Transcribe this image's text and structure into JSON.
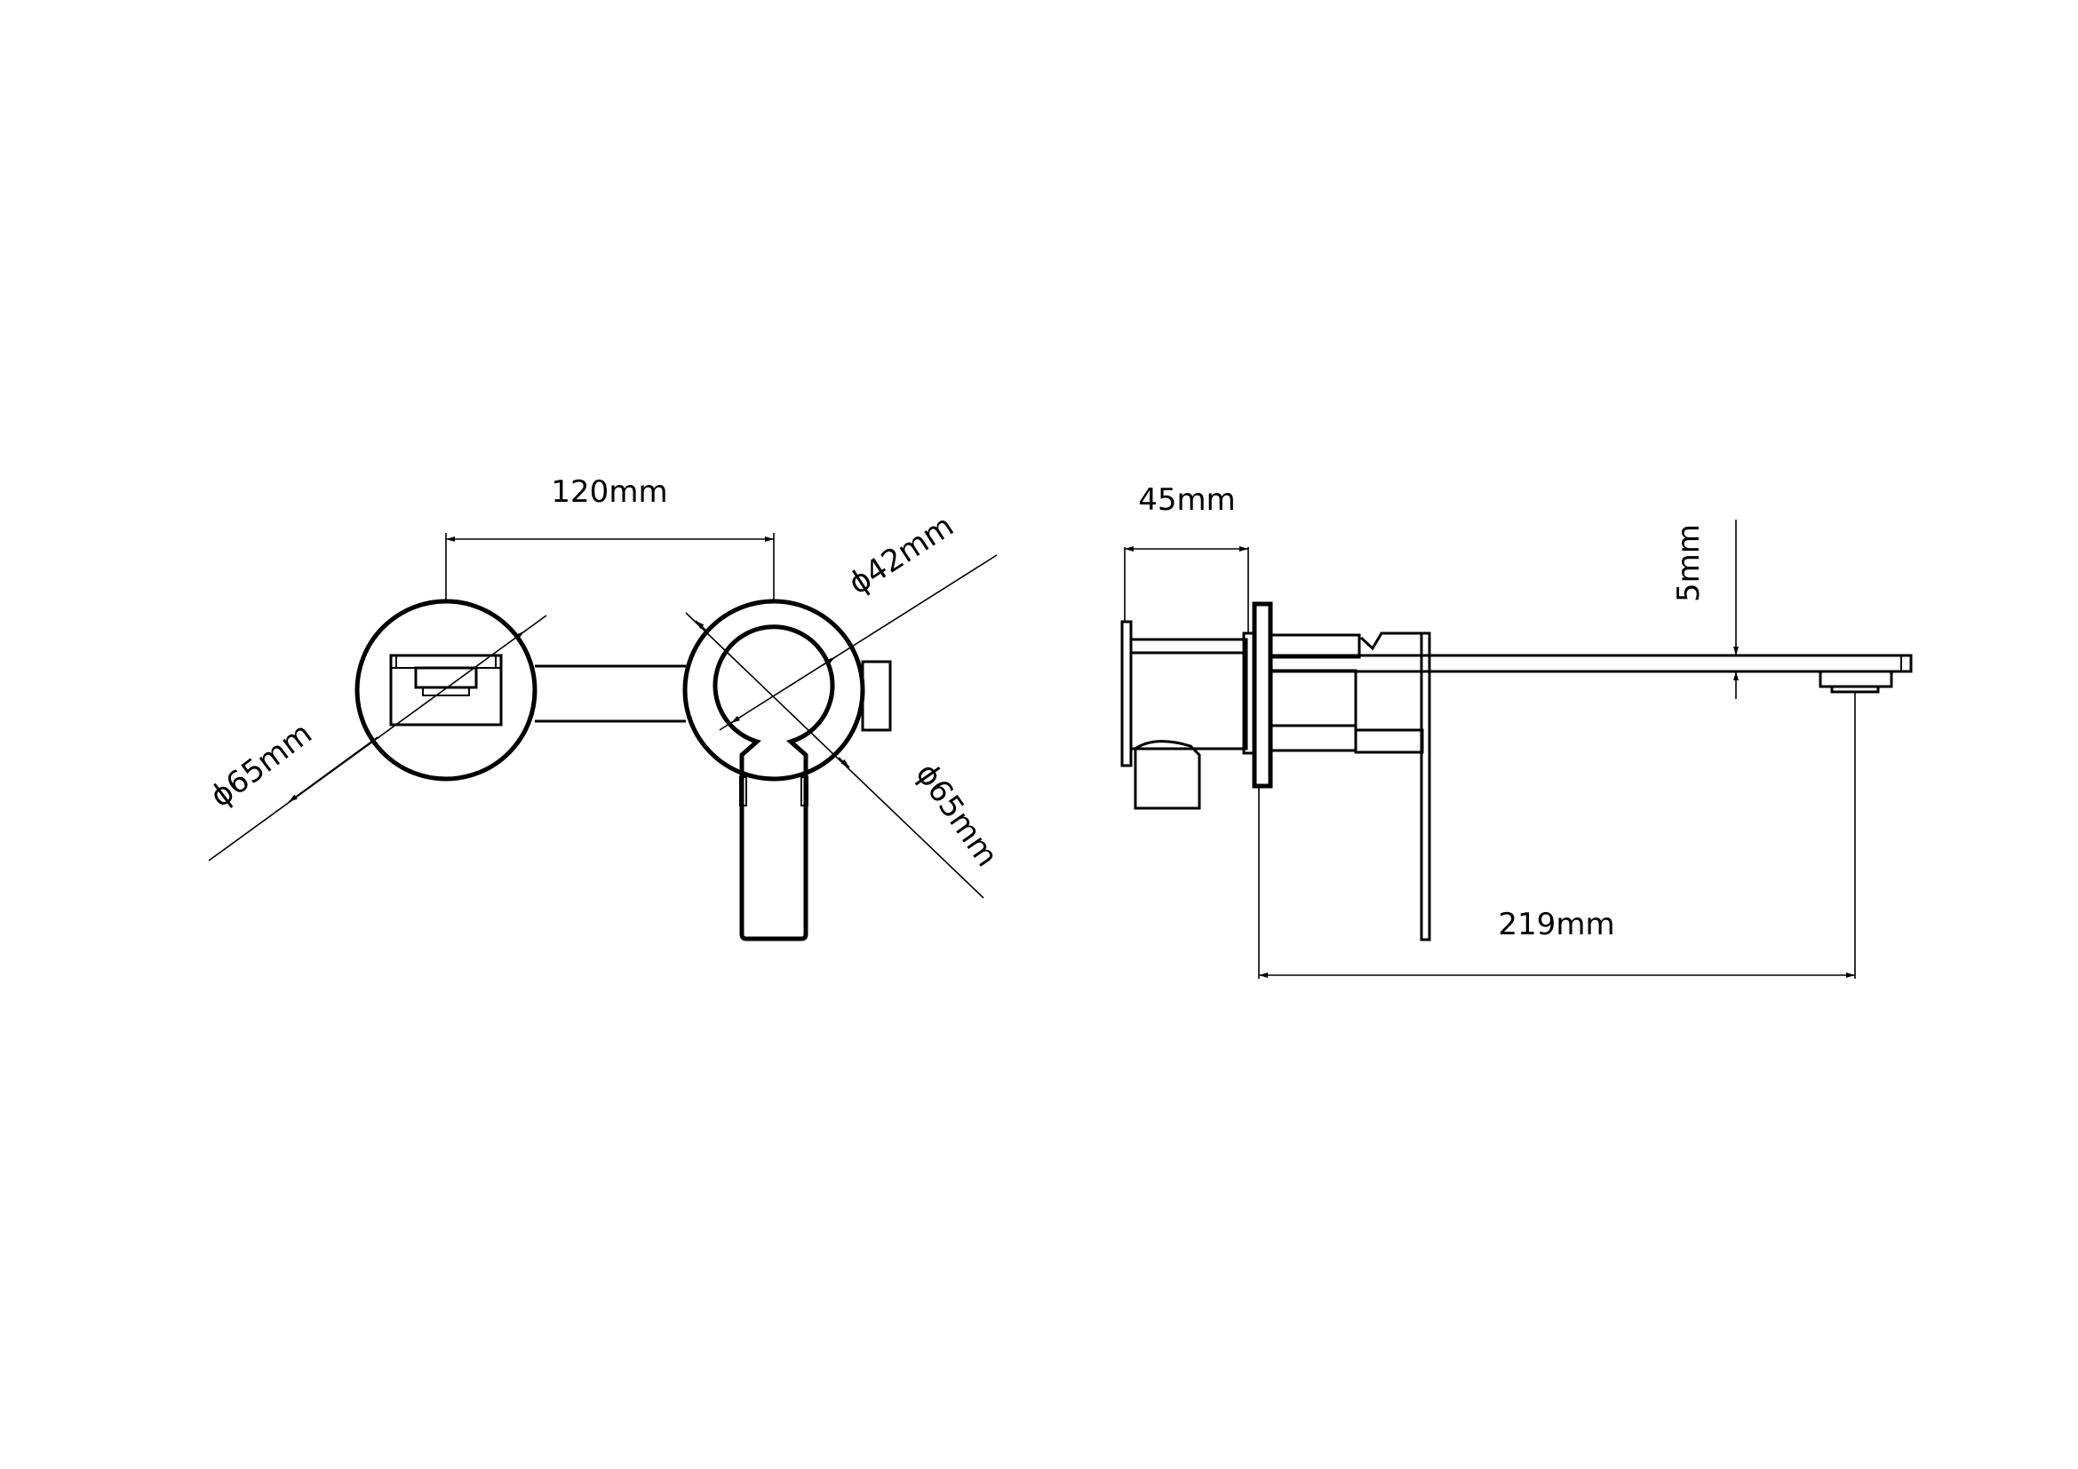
{
  "drawing": {
    "front_view": {
      "spacing_label": "120mm",
      "left_plate_diameter_label": "ϕ65mm",
      "handle_diameter_label": "ϕ42mm",
      "right_plate_diameter_label": "ϕ65mm"
    },
    "side_view": {
      "depth_label": "45mm",
      "spout_thickness_label": "5mm",
      "spout_reach_label": "219mm"
    }
  }
}
